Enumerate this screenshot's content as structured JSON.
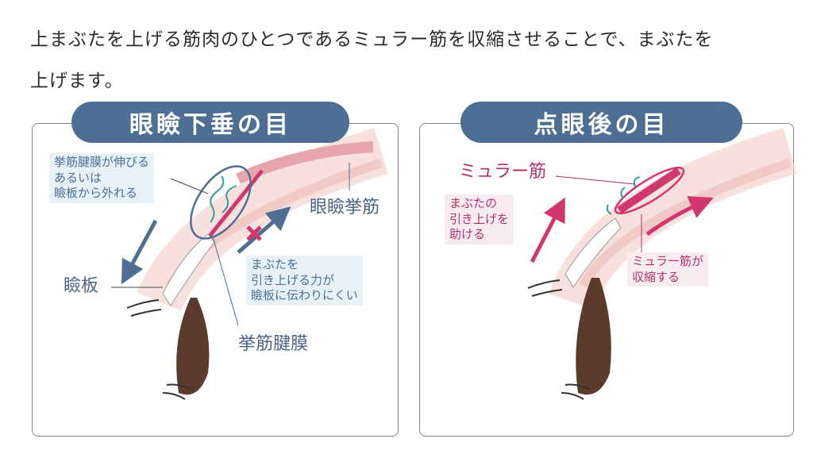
{
  "intro": {
    "line1": "上まぶたを上げる筋肉のひとつであるミュラー筋を収縮させることで、まぶたを",
    "line2": "上げます。"
  },
  "left_panel": {
    "title": "眼瞼下垂の目",
    "note_stretch": [
      "挙筋腱膜が伸びる",
      "あるいは",
      "瞼板から外れる"
    ],
    "label_levator": "眼瞼挙筋",
    "label_tarsus": "瞼板",
    "note_force": [
      "まぶたを",
      "引き上げる力が",
      "瞼板に伝わりにくい"
    ],
    "label_aponeurosis": "挙筋腱膜"
  },
  "right_panel": {
    "title": "点眼後の目",
    "label_muller": "ミュラー筋",
    "note_help": [
      "まぶたの",
      "引き上げを",
      "助ける"
    ],
    "note_contract": [
      "ミュラー筋が",
      "収縮する"
    ]
  },
  "colors": {
    "blue": "#4d6f94",
    "pink": "#d2366f",
    "skin": "#f2c9c4"
  }
}
